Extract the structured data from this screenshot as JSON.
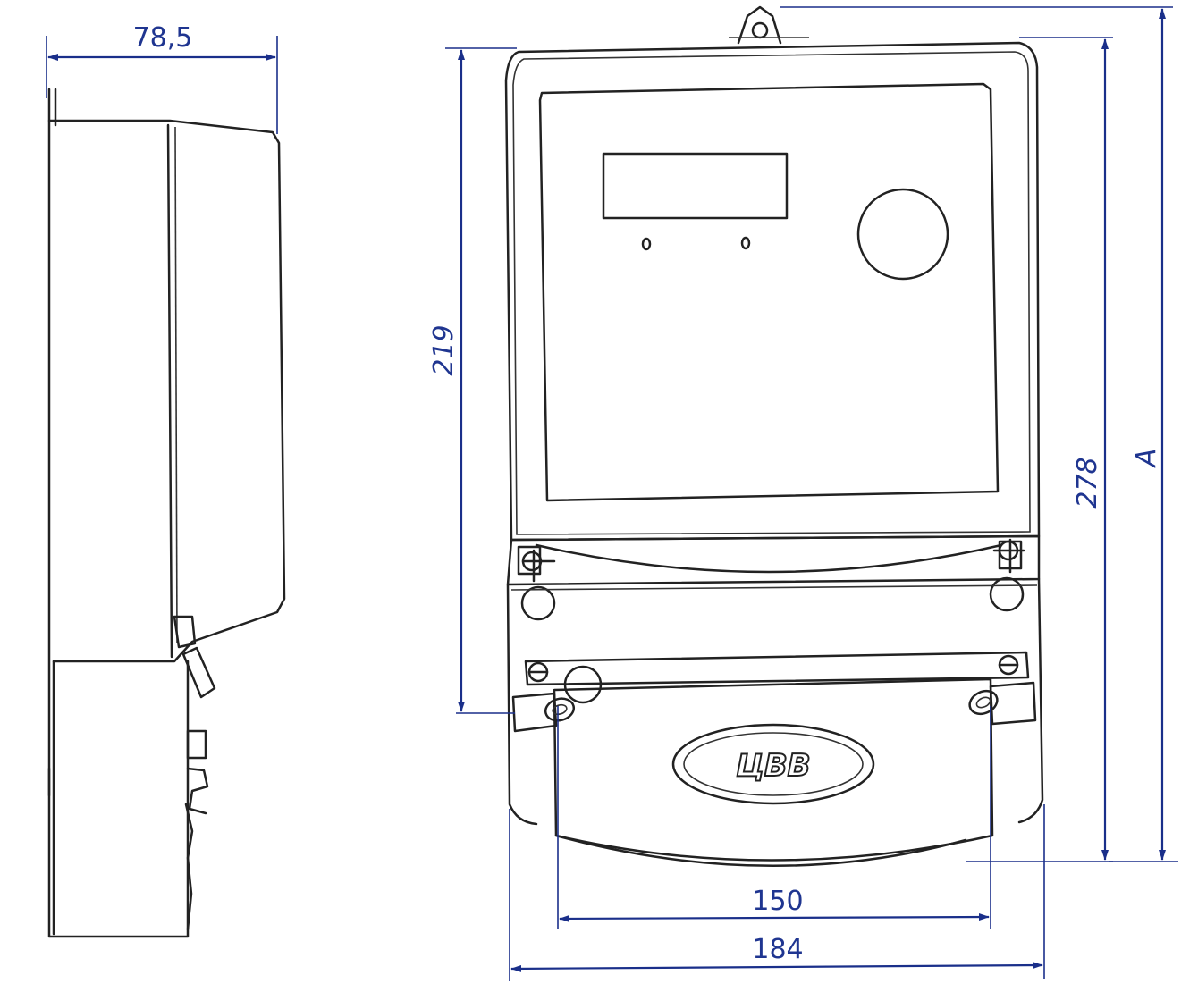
{
  "dimensions": {
    "side_depth": "78,5",
    "cover_height": "219",
    "overall_height": "278",
    "height_variable": "A",
    "mount_width": "150",
    "overall_width": "184"
  },
  "logo": {
    "text": "ЦBB"
  },
  "colors": {
    "ink": "#222222",
    "dimension": "#1a2f8a"
  }
}
